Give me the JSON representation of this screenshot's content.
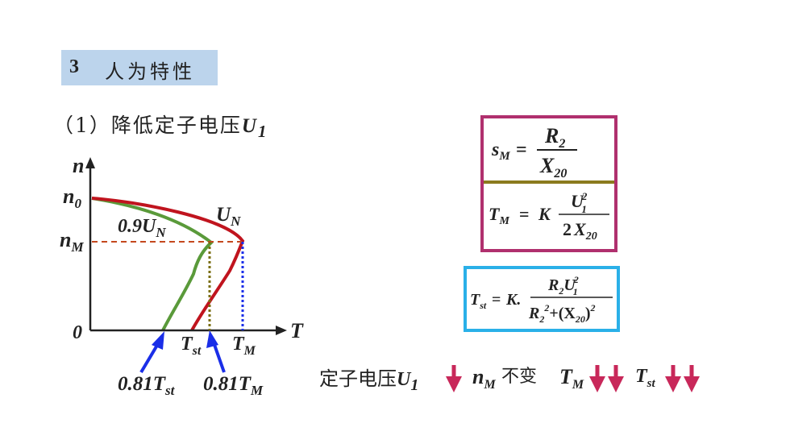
{
  "section": {
    "number": "3",
    "title": "人为特性"
  },
  "subtitle": {
    "prefix": "（1）降低定子电压",
    "var": "U",
    "sub": "1"
  },
  "graph": {
    "y_axis": "n",
    "x_axis": "T",
    "n0": "n",
    "n0_sub": "0",
    "nM": "n",
    "nM_sub": "M",
    "origin": "0",
    "curve_red": "U",
    "curve_red_sub": "N",
    "curve_green": "0.9U",
    "curve_green_sub": "N",
    "Tst": "T",
    "Tst_sub": "st",
    "TM": "T",
    "TM_sub": "M",
    "ann_left": "0.81T",
    "ann_left_sub": "st",
    "ann_right": "0.81T",
    "ann_right_sub": "M",
    "colors": {
      "red": "#c0141e",
      "green": "#5a9a3a",
      "blue": "#1a2ee8",
      "dashed_red": "#c4481e",
      "olive": "#7a6e10",
      "dotted_blue": "#1a2ee8"
    }
  },
  "formula1": {
    "sM": "s",
    "sM_sub": "M",
    "eq": "=",
    "R2": "R",
    "R2_sub": "2",
    "X20": "X",
    "X20_sub": "20",
    "TM": "T",
    "TM_sub": "M",
    "K": "K",
    "U1": "U",
    "U1_sub": "1",
    "U1_sup": "2",
    "two": "2",
    "X": "X",
    "X_sub": "20",
    "border_color": "#b0306e",
    "divider_color": "#8b7b1e"
  },
  "formula2": {
    "Tst": "T",
    "Tst_sub": "st",
    "eq": "=",
    "K": "K.",
    "R2U1": "R",
    "R2_sub": "2",
    "U": "U",
    "U_sub": "1",
    "U_sup": "2",
    "den_R": "R",
    "den_R_sub": "2",
    "den_R_sup": "2",
    "plus": "+(X",
    "den_X_sub": "20",
    "close": ")",
    "den_sup": "2",
    "border_color": "#2ab0e8"
  },
  "bottom": {
    "text1": "定子电压",
    "U": "U",
    "U_sub": "1",
    "nM": "n",
    "nM_sub": "M",
    "unchanged": "不变",
    "TM": "T",
    "TM_sub": "M",
    "Tst": "T",
    "Tst_sub": "st",
    "arrow_color": "#c8285a"
  }
}
